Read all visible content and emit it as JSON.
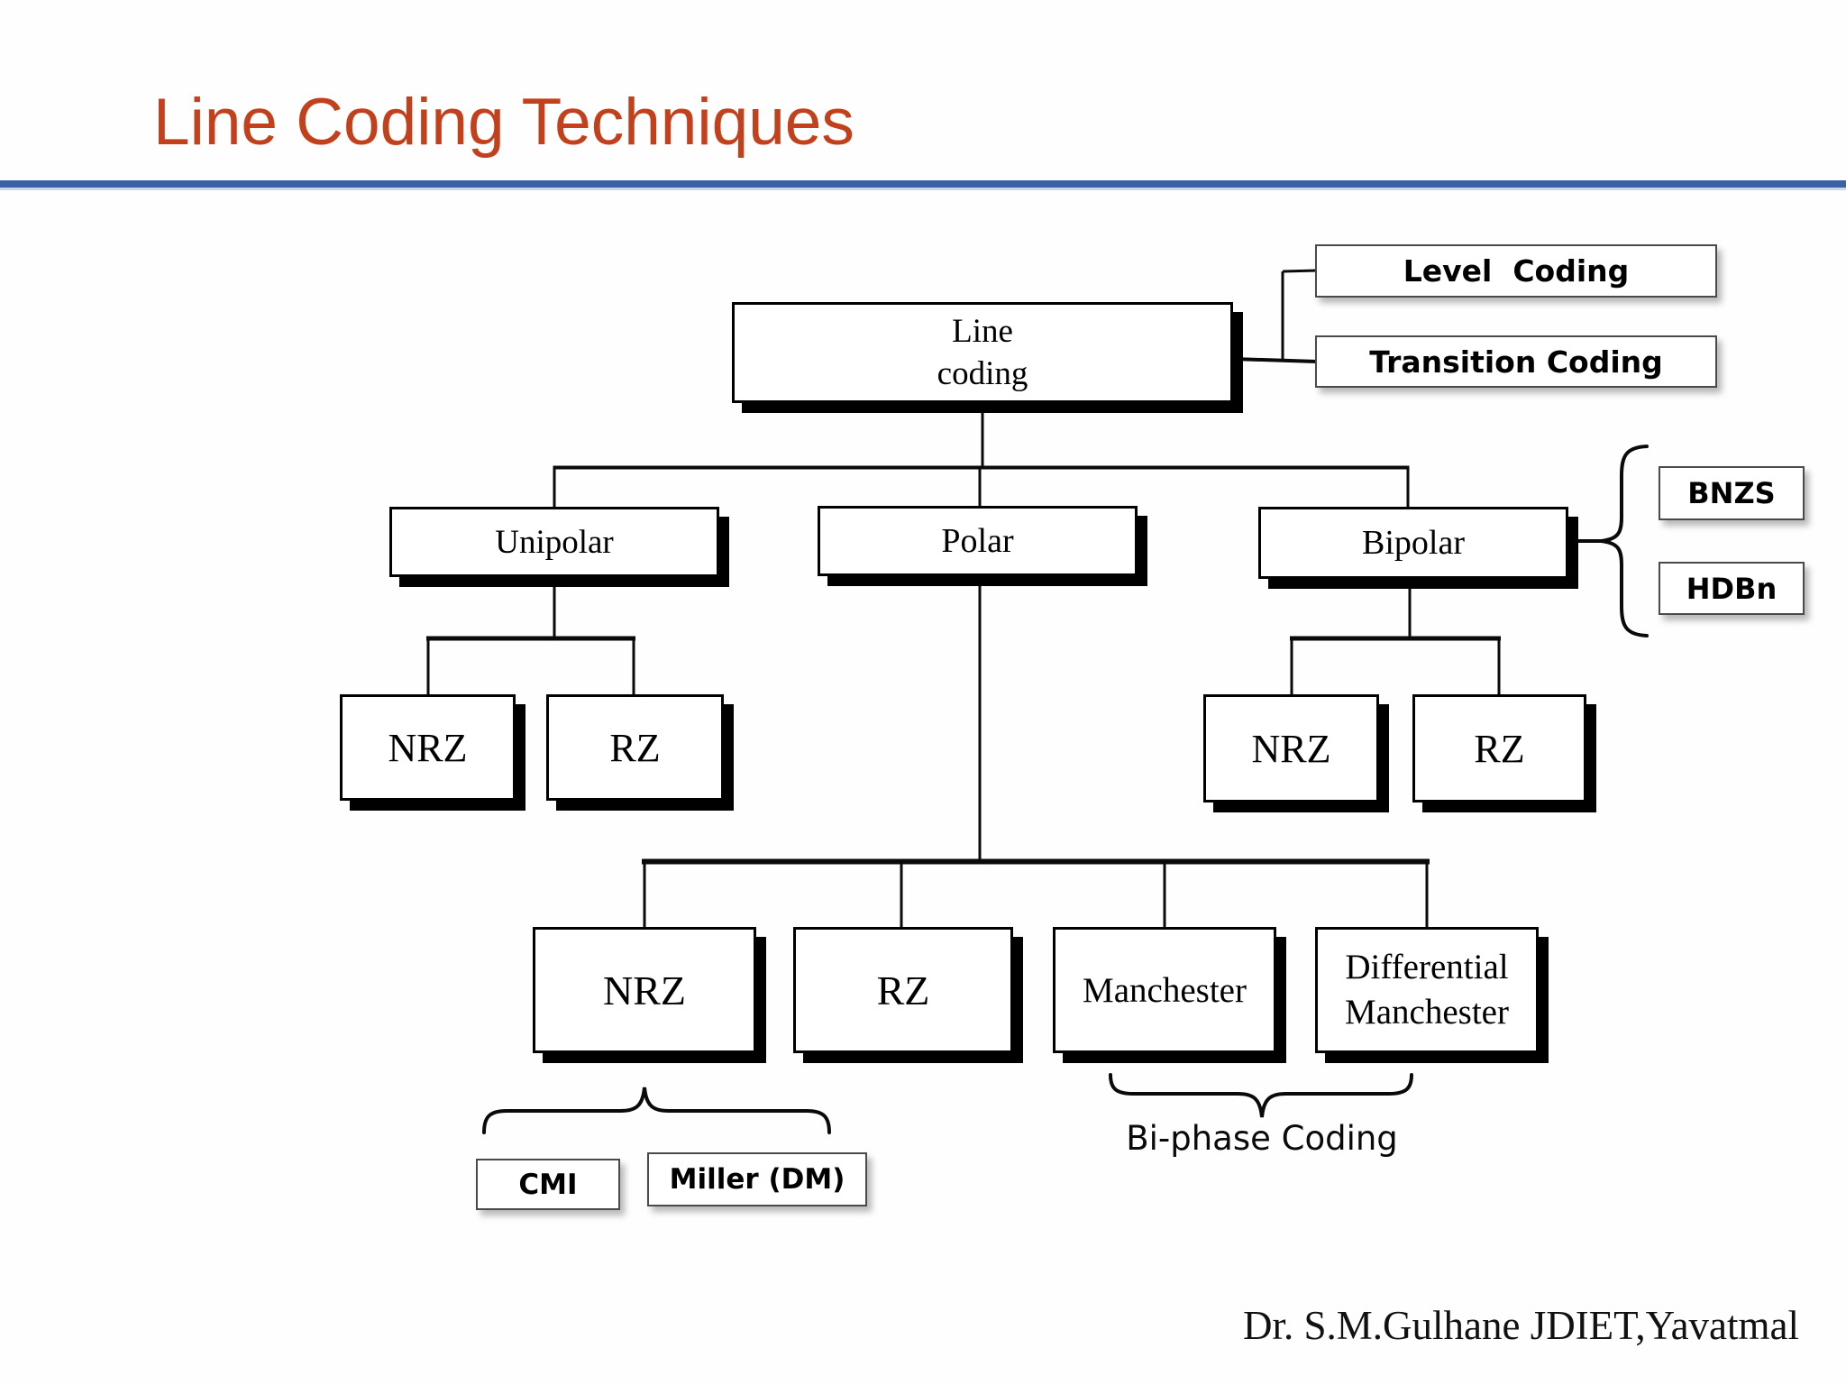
{
  "slide": {
    "title": "Line Coding Techniques",
    "footer": "Dr. S.M.Gulhane JDIET,Yavatmal",
    "accent_color": "#c2411c",
    "rule_color": "#3b62a2"
  },
  "tree": {
    "root": {
      "line1": "Line",
      "line2": "coding"
    },
    "unipolar": {
      "label": "Unipolar",
      "children": {
        "nrz": "NRZ",
        "rz": "RZ"
      }
    },
    "polar": {
      "label": "Polar",
      "children": {
        "nrz": "NRZ",
        "rz": "RZ",
        "manchester": "Manchester",
        "diff_manchester_line1": "Differential",
        "diff_manchester_line2": "Manchester"
      }
    },
    "bipolar": {
      "label": "Bipolar",
      "children": {
        "nrz": "NRZ",
        "rz": "RZ"
      }
    }
  },
  "annotations": {
    "level_coding": "Level  Coding",
    "transition_coding": "Transition Coding",
    "bnzs": "BNZS",
    "hdbn": "HDBn",
    "cmi": "CMI",
    "miller": "Miller (DM)",
    "biphase": "Bi-phase Coding"
  }
}
